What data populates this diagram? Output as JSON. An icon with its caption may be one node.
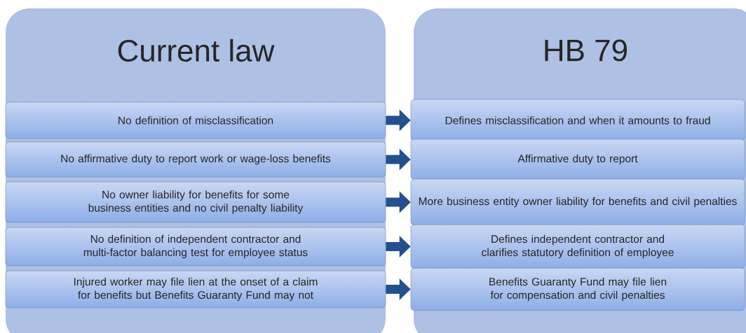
{
  "diagram": {
    "nodes": [
      {
        "text": [
          "Current law"
        ]
      },
      {
        "text": [
          "No definition of misclassification"
        ],
        "in": 0
      },
      {
        "text": [
          "No affirmative duty to report work or wage-loss benefits"
        ],
        "in": 0
      },
      {
        "text": [
          "No owner liability for benefits for some business entities and no civil penalty liability"
        ],
        "in": 0
      },
      {
        "text": [
          "No definition of independent contractor and multi-factor balancing test for employee status"
        ],
        "in": 0
      },
      {
        "text": [
          "Injured worker may file lien at the onset of a claim for benefits but Benefits Guaranty Fund may not"
        ],
        "in": 0
      },
      {
        "text": [
          "HB 79"
        ]
      },
      {
        "text": [
          "Defines misclassification and when it amounts to fraud"
        ],
        "in": 6
      },
      {
        "text": [
          "Affirmative duty to report"
        ],
        "in": 6
      },
      {
        "text": [
          "More business entity owner liability for benefits and civil penalties"
        ],
        "in": 6
      },
      {
        "text": [
          "Defines independent contractor and clarifies statutory definition of employee"
        ],
        "in": 6
      },
      {
        "text": [
          "Benefits Guaranty Fund may file lien for compensation and civil penalties"
        ],
        "in": 6
      }
    ],
    "edges": [
      {
        "from": 1,
        "to": 7,
        "arrow": "to"
      },
      {
        "from": 2,
        "to": 8,
        "arrow": "to"
      },
      {
        "from": 3,
        "to": 9,
        "arrow": "to"
      },
      {
        "from": 4,
        "to": 10,
        "arrow": "to"
      },
      {
        "from": 5,
        "to": 11,
        "arrow": "to"
      }
    ]
  }
}
